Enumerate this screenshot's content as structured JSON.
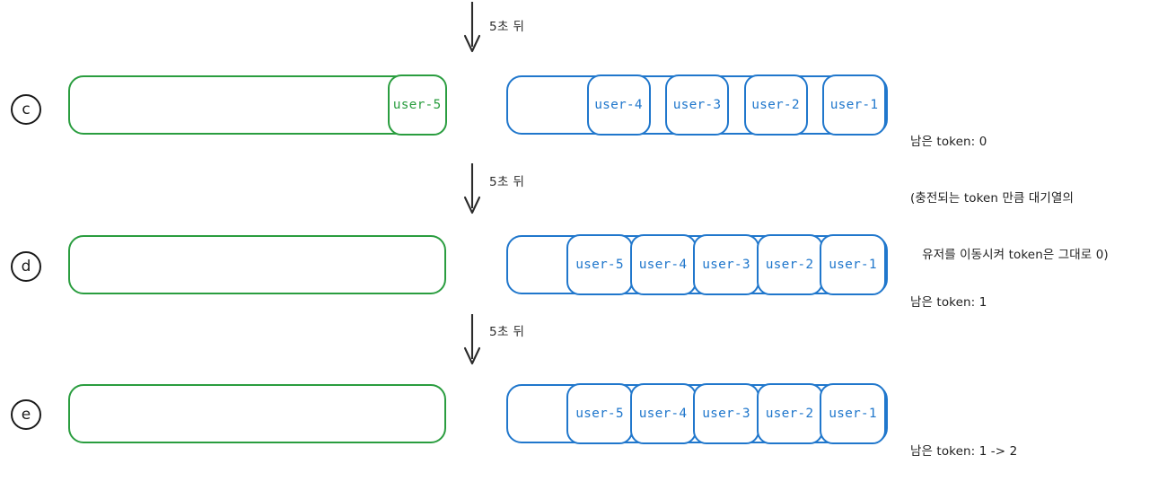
{
  "diagram": {
    "title_text": "",
    "colors": {
      "green": "#2a9d3f",
      "blue": "#2077cc",
      "text": "#1f1f1f",
      "label_ring": "#1a1a1a"
    },
    "arrow_caption": "5초 뒤",
    "rows": [
      {
        "label": "c",
        "waiting_queue": {
          "color_name": "green",
          "users": [
            "user-5"
          ]
        },
        "active_queue": {
          "color_name": "blue",
          "users": [
            "user-4",
            "user-3",
            "user-2",
            "user-1"
          ]
        },
        "note_lines": [
          "남은 token: 0",
          "(충전되는 token 만큼 대기열의",
          "   유저를 이동시켜 token은 그대로 0)"
        ]
      },
      {
        "label": "d",
        "waiting_queue": {
          "color_name": "green",
          "users": []
        },
        "active_queue": {
          "color_name": "blue",
          "users": [
            "user-5",
            "user-4",
            "user-3",
            "user-2",
            "user-1"
          ]
        },
        "note_lines": [
          "남은 token: 1"
        ]
      },
      {
        "label": "e",
        "waiting_queue": {
          "color_name": "green",
          "users": []
        },
        "active_queue": {
          "color_name": "blue",
          "users": [
            "user-5",
            "user-4",
            "user-3",
            "user-2",
            "user-1"
          ]
        },
        "note_lines": [
          "남은 token: 1 -> 2"
        ]
      }
    ],
    "arrows": [
      {
        "caption": "5초 뒤"
      },
      {
        "caption": "5초 뒤"
      },
      {
        "caption": "5초 뒤"
      }
    ]
  }
}
